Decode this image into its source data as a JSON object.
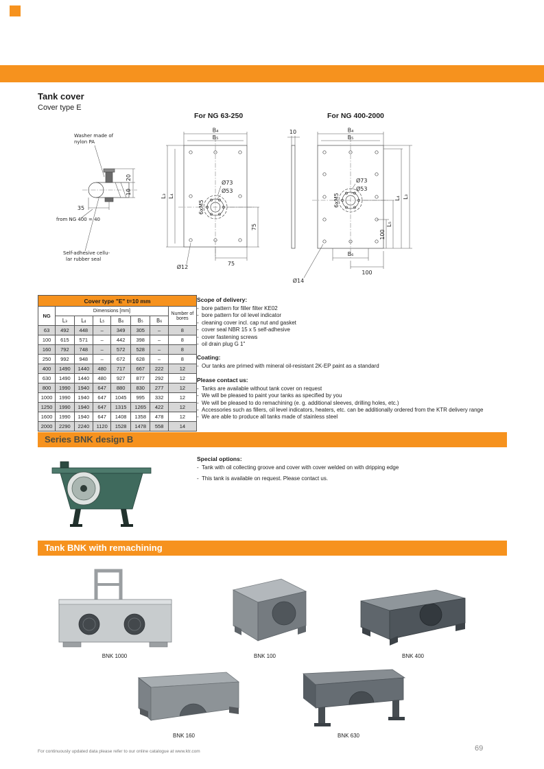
{
  "brand": {
    "accent_color": "#F6921E"
  },
  "header": {
    "title": "Tank cover",
    "subtitle": "Cover type E"
  },
  "drawings": {
    "mid_title": "For NG 63-250",
    "right_title": "For NG 400-2000",
    "detail": {
      "washer_label_1": "Washer made of",
      "washer_label_2": "nylon PA",
      "dim_20": "20",
      "dim_10": "10",
      "dim_35": "35",
      "note_ng400": "from NG 400 = 40",
      "seal_label_1": "Self-adhesive cellu-",
      "seal_label_2": "lar rubber seal"
    },
    "mid": {
      "b4": "B₄",
      "b5": "B₅",
      "l3": "L₃",
      "l4": "L₄",
      "d73": "Ø73",
      "d53": "Ø53",
      "m5": "6xM5",
      "dim75_v": "75",
      "dim75_h": "75",
      "d12": "Ø12"
    },
    "right": {
      "dim10": "10",
      "b4": "B₄",
      "b5": "B₅",
      "d73": "Ø73",
      "d53": "Ø53",
      "m5": "6xM5",
      "l5": "L₅",
      "l4": "L₄",
      "l3": "L₃",
      "dim100_v": "100",
      "b6": "B₆",
      "dim100_h": "100",
      "d14": "Ø14"
    }
  },
  "table": {
    "title": "Cover type \"E\"  t=10 mm",
    "col_ng": "NG",
    "col_dimensions": "Dimensions [mm]",
    "col_bores_1": "Number of",
    "col_bores_2": "bores",
    "dim_headers": [
      "L₃",
      "L₄",
      "L₅",
      "B₄",
      "B₅",
      "B₆"
    ],
    "rows": [
      [
        "63",
        "492",
        "448",
        "–",
        "349",
        "305",
        "–",
        "8"
      ],
      [
        "100",
        "615",
        "571",
        "–",
        "442",
        "398",
        "–",
        "8"
      ],
      [
        "160",
        "792",
        "748",
        "–",
        "572",
        "528",
        "–",
        "8"
      ],
      [
        "250",
        "992",
        "948",
        "–",
        "672",
        "628",
        "–",
        "8"
      ],
      [
        "400",
        "1490",
        "1440",
        "480",
        "717",
        "667",
        "222",
        "12"
      ],
      [
        "630",
        "1490",
        "1440",
        "480",
        "927",
        "877",
        "292",
        "12"
      ],
      [
        "800",
        "1990",
        "1940",
        "647",
        "880",
        "830",
        "277",
        "12"
      ],
      [
        "1000",
        "1990",
        "1940",
        "647",
        "1045",
        "995",
        "332",
        "12"
      ],
      [
        "1250",
        "1990",
        "1940",
        "647",
        "1315",
        "1265",
        "422",
        "12"
      ],
      [
        "1600",
        "1990",
        "1940",
        "647",
        "1408",
        "1358",
        "478",
        "12"
      ],
      [
        "2000",
        "2290",
        "2240",
        "1120",
        "1528",
        "1478",
        "558",
        "14"
      ]
    ]
  },
  "scope": {
    "title": "Scope of delivery:",
    "items": [
      "bore pattern for filler filter KE02",
      "bore pattern for oil level indicator",
      "cleaning cover incl. cap nut and gasket",
      "cover seal NBR 15 x 5 self-adhesive",
      "cover fastening screws",
      "oil drain plug G 1\""
    ]
  },
  "coating": {
    "title": "Coating:",
    "items": [
      "Our tanks are primed with mineral oil-resistant 2K-EP paint as a standard"
    ]
  },
  "contact": {
    "title": "Please contact us:",
    "items": [
      "Tanks are available without tank cover on request",
      "We will be pleased to paint your tanks as specified by you",
      "We will be pleased to do remachining (e. g. additional sleeves, drilling holes, etc.)",
      "Accessories such as fillers, oil level indicators, heaters, etc. can be additionally ordered from the KTR delivery range",
      "We are able to produce all tanks made of stainless steel"
    ]
  },
  "series_bnk": {
    "banner": "Series BNK design B",
    "special_title": "Special options:",
    "items": [
      "Tank with oil collecting groove and cover with cover welded on with dripping edge",
      "This tank is available on request. Please contact us."
    ]
  },
  "remachining": {
    "banner": "Tank BNK with remachining",
    "captions": [
      "BNK 1000",
      "BNK 100",
      "BNK 400",
      "BNK 160",
      "BNK 630"
    ]
  },
  "footer": {
    "note": "For continuously updated data please refer to our online catalogue at www.ktr.com",
    "page": "69"
  }
}
